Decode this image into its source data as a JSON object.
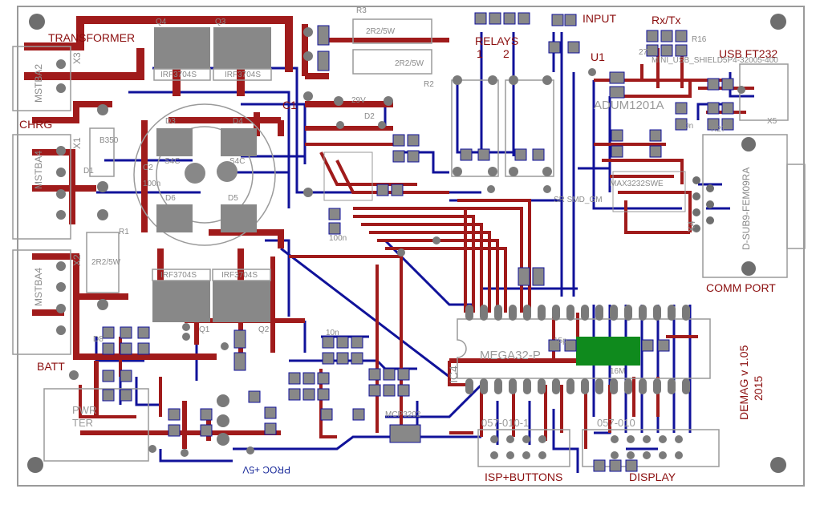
{
  "colors": {
    "top_copper": "#a01b1b",
    "bottom_copper": "#10129a",
    "pad": "#7a7a7a",
    "outline": "#9a9a9a",
    "label_red": "#8b0e0e",
    "highlight": "#0f8a1d"
  },
  "labels": {
    "transformer": "TRANSFORMER",
    "chrg": "CHRG",
    "batt": "BATT",
    "input": "INPUT",
    "relays": "RELAYS",
    "relay1": "1",
    "relay2": "2",
    "rxtx": "Rx/Tx",
    "usb_ft232": "USB FT232",
    "u1": "U1",
    "adum": "ADUM1201A",
    "comm_port": "COMM PORT",
    "dsub": "D-SUB9-FEM09RA",
    "mega": "MEGA32-P",
    "ic4": "IC4",
    "demag_version": "DEMAG v 1.05",
    "demag_year": "2015",
    "hdr1": "057-010-1",
    "hdr2": "057-010",
    "isp": "ISP+BUTTONS",
    "display": "DISPLAY",
    "proc5v": "PROC +5V",
    "pwr": "PWR",
    "ter": "TER",
    "mcp": "MCP3202",
    "usb_shield": "MINI_USB_SHIELD5P4-32005-400",
    "max232": "MAX3232SWE",
    "relay_model": "SR SMD_GM",
    "irf": "IRF3704S"
  },
  "connectors": {
    "x3": "X3",
    "x1": "X1",
    "x2": "X2",
    "x4": "X4",
    "x5": "X5",
    "mstba2": "MSTBA2",
    "mstba4_a": "MSTBA4",
    "mstba4_b": "MSTBA4"
  },
  "parts": {
    "q4": "Q4",
    "q3": "Q3",
    "q1": "Q1",
    "q2": "Q2",
    "c1": "C1",
    "c2": "C2",
    "d1": "D1",
    "d2": "D2",
    "d3": "D3",
    "d4": "D4",
    "d5": "D5",
    "d6": "D6",
    "d8": "D8",
    "r1": "R1",
    "r2": "R2",
    "r3": "R3",
    "r16": "R16",
    "r27": "R27",
    "r3_value": "2R2/5W",
    "r2_value": "2R2/5W",
    "r1_value": "2R2/5W",
    "z29v": "29V",
    "c_100n": "100n",
    "c_10n": "10n",
    "r_270r": "270R",
    "r_15p": "15p",
    "bridge": "B350",
    "s4c": "S4C",
    "crystal": "16M"
  }
}
